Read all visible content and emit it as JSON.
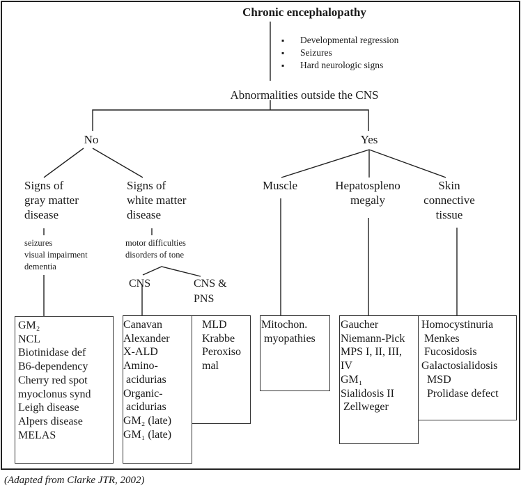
{
  "title": "Chronic encephalopathy",
  "symptoms": [
    "Developmental regression",
    "Seizures",
    "Hard neurologic signs"
  ],
  "question": "Abnormalities outside the CNS",
  "no": {
    "label": "No",
    "gray": {
      "heading": [
        "Signs of",
        "gray matter",
        "disease"
      ],
      "signs": [
        "seizures",
        "visual impairment",
        "dementia"
      ],
      "items": [
        "GM₂",
        "NCL",
        "Biotinidase def",
        "B6-dependency",
        "Cherry red spot",
        "myoclonus synd",
        "Leigh disease",
        "Alpers disease",
        "MELAS"
      ]
    },
    "white": {
      "heading": [
        "Signs of",
        "white matter",
        "disease"
      ],
      "signs": [
        "motor difficulties",
        "disorders of tone"
      ],
      "cns": {
        "label": "CNS",
        "items": [
          "Canavan",
          "Alexander",
          "X-ALD",
          "Amino-",
          " acidurias",
          "Organic-",
          " acidurias",
          "GM₂ (late)",
          "GM₁ (late)"
        ]
      },
      "cns_pns": {
        "label": [
          "CNS &",
          "PNS"
        ],
        "items": [
          "MLD",
          "Krabbe",
          "Peroxiso",
          "mal"
        ]
      }
    }
  },
  "yes": {
    "label": "Yes",
    "muscle": {
      "heading": [
        "Muscle"
      ],
      "items": [
        "Mitochon.",
        " myopathies"
      ]
    },
    "hepato": {
      "heading": [
        "Hepatospleno",
        "megaly"
      ],
      "items": [
        "Gaucher",
        "Niemann-Pick",
        "MPS I, II, III,",
        "IV",
        "GM₁",
        "Sialidosis II",
        " Zellweger"
      ]
    },
    "skin": {
      "heading": [
        "Skin",
        "connective",
        "tissue"
      ],
      "items": [
        "Homocystinuria",
        " Menkes",
        " Fucosidosis",
        "Galactosialidosis",
        "  MSD",
        "  Prolidase defect"
      ]
    }
  },
  "caption": "(Adapted from Clarke JTR, 2002)"
}
